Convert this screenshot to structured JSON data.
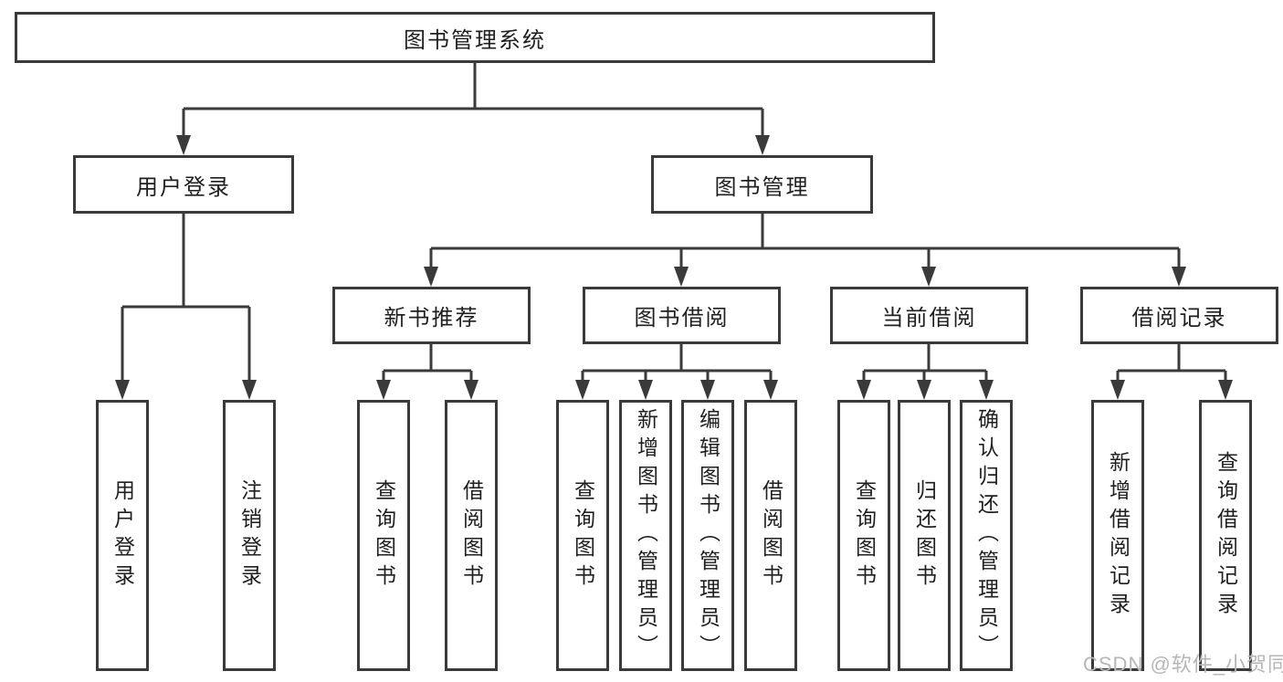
{
  "tree": {
    "root": "图书管理系统",
    "branches": [
      {
        "label": "用户登录",
        "children": [
          "用户登录",
          "注销登录"
        ]
      },
      {
        "label": "图书管理",
        "sections": [
          {
            "label": "新书推荐",
            "children": [
              "查询图书",
              "借阅图书"
            ]
          },
          {
            "label": "图书借阅",
            "children": [
              "查询图书",
              "新增图书（管理员）",
              "编辑图书（管理员）",
              "借阅图书"
            ]
          },
          {
            "label": "当前借阅",
            "children": [
              "查询图书",
              "归还图书",
              "确认归还（管理员）"
            ]
          },
          {
            "label": "借阅记录",
            "children": [
              "新增借阅记录",
              "查询借阅记录"
            ]
          }
        ]
      }
    ]
  },
  "watermark": "CSDN @软件_小贺同学",
  "colors": {
    "line": "#3a3a3a",
    "box_border": "#3a3a3a",
    "box_fill": "#ffffff",
    "text": "#1f1f1f",
    "watermark": "#b6b6b6",
    "background": "#ffffff"
  }
}
